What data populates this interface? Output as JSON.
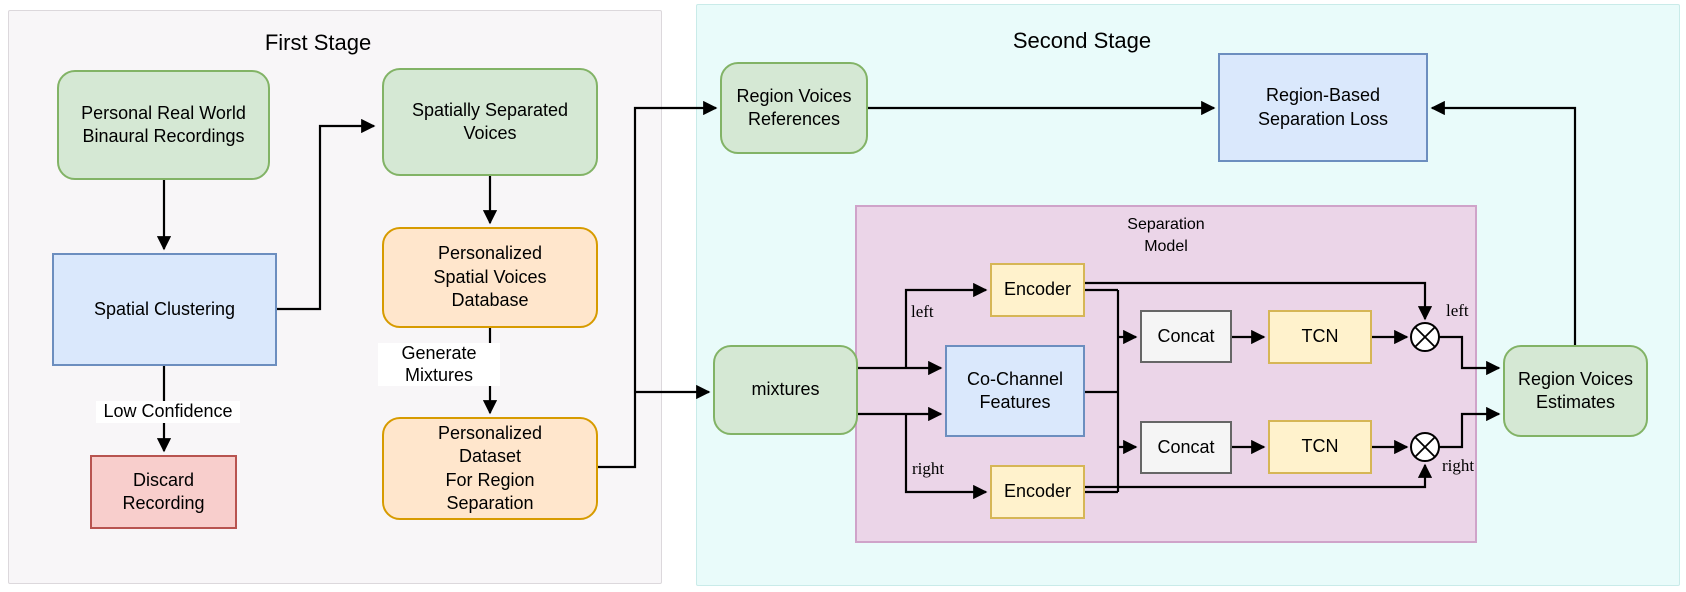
{
  "palette": {
    "page_bg": "#ffffff",
    "stage1_bg": "#f8f6f8",
    "stage1_border": "#dcd8dc",
    "stage2_bg": "#e9fbfa",
    "stage2_border": "#c9ebe9",
    "green_fill": "#d5e8d4",
    "green_border": "#82b366",
    "blue_fill": "#dae8fc",
    "blue_border": "#6c8ebf",
    "orange_fill": "#ffe6cc",
    "orange_border": "#d79b00",
    "red_fill": "#f8cecc",
    "red_border": "#b85450",
    "yellow_fill": "#fff2cc",
    "yellow_border": "#d6b656",
    "gray_fill": "#f5f5f5",
    "gray_border": "#666666",
    "pink_fill": "#ebd5e8",
    "pink_border": "#cfa3c9",
    "edge_color": "#000000",
    "text_color": "#000000"
  },
  "first_stage": {
    "title": "First Stage",
    "nodes": {
      "binaural_recordings": "Personal Real World\nBinaural Recordings",
      "spatially_separated_voices": "Spatially Separated\nVoices",
      "spatial_clustering": "Spatial Clustering",
      "spatial_voices_database": "Personalized\nSpatial Voices\nDatabase",
      "discard_recording": "Discard\nRecording",
      "personalized_dataset": "Personalized\nDataset\nFor Region\nSeparation"
    },
    "edge_labels": {
      "low_confidence": "Low Confidence",
      "generate_mixtures": "Generate\nMixtures"
    }
  },
  "second_stage": {
    "title": "Second Stage",
    "nodes": {
      "region_voices_references": "Region Voices\nReferences",
      "region_based_separation_loss": "Region-Based\nSeparation Loss",
      "mixtures": "mixtures",
      "region_voices_estimates": "Region Voices\nEstimates"
    },
    "separation_model": {
      "title": "Separation\nModel",
      "encoder_left": "Encoder",
      "encoder_right": "Encoder",
      "co_channel_features": "Co-Channel\nFeatures",
      "concat_left": "Concat",
      "concat_right": "Concat",
      "tcn_left": "TCN",
      "tcn_right": "TCN",
      "multiply_symbol": "⊗",
      "channel_labels": {
        "left_input": "left",
        "right_input": "right",
        "left_output": "left",
        "right_output": "right"
      }
    }
  }
}
